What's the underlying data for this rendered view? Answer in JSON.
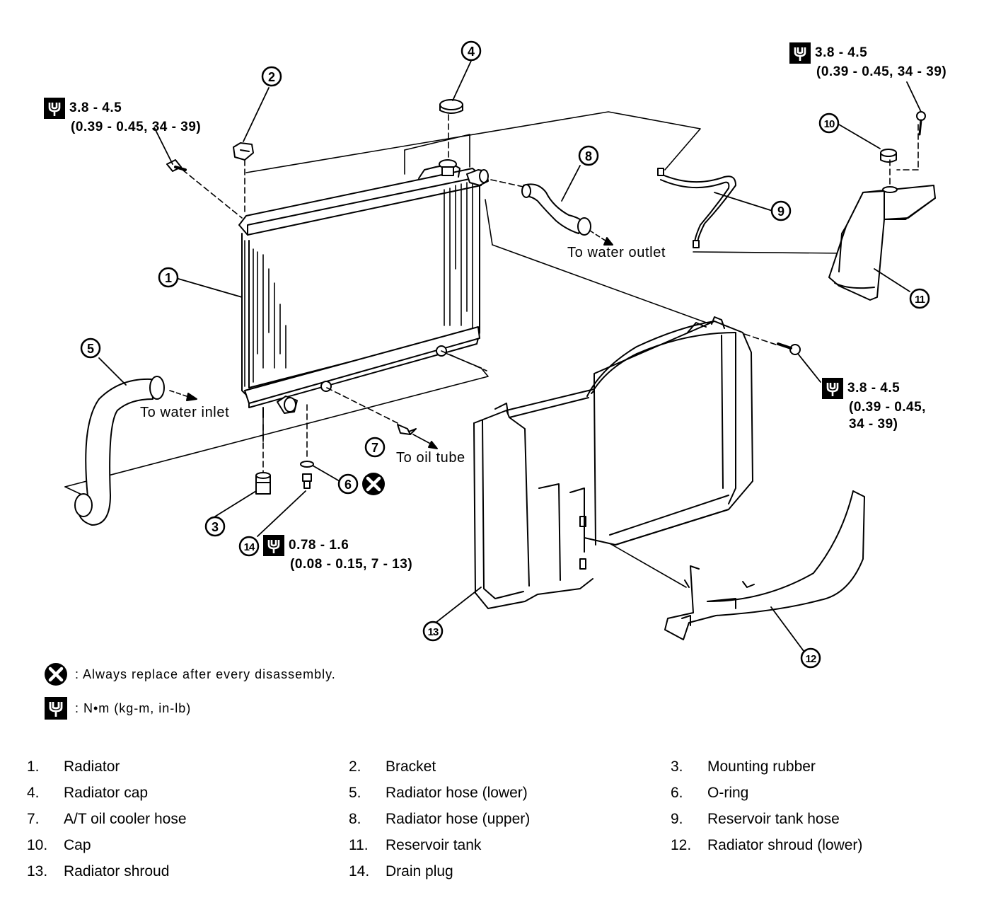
{
  "callouts": [
    "1",
    "2",
    "3",
    "4",
    "5",
    "6",
    "7",
    "8",
    "9",
    "10",
    "11",
    "12",
    "13",
    "14"
  ],
  "torque_specs": {
    "bracket_bolt": {
      "value": "3.8 - 4.5",
      "sub": "(0.39 - 0.45, 34 - 39)"
    },
    "reservoir_bolt": {
      "value": "3.8 - 4.5",
      "sub": "(0.39 - 0.45, 34 - 39)"
    },
    "shroud_bolt": {
      "value": "3.8 - 4.5",
      "sub1": "(0.39 - 0.45,",
      "sub2": "34 - 39)"
    },
    "drain_plug": {
      "value": "0.78 - 1.6",
      "sub": "(0.08 - 0.15, 7 - 13)"
    }
  },
  "directions": {
    "water_outlet": "To water outlet",
    "water_inlet": "To water inlet",
    "oil_tube": "To oil tube"
  },
  "legend": {
    "replace": ": Always replace after every disassembly.",
    "torque_unit": ":  N•m  (kg-m,  in-lb)"
  },
  "parts": [
    {
      "num": "1.",
      "name": "Radiator"
    },
    {
      "num": "2.",
      "name": "Bracket"
    },
    {
      "num": "3.",
      "name": "Mounting rubber"
    },
    {
      "num": "4.",
      "name": "Radiator cap"
    },
    {
      "num": "5.",
      "name": "Radiator hose (lower)"
    },
    {
      "num": "6.",
      "name": "O-ring"
    },
    {
      "num": "7.",
      "name": "A/T oil cooler hose"
    },
    {
      "num": "8.",
      "name": "Radiator hose (upper)"
    },
    {
      "num": "9.",
      "name": "Reservoir tank hose"
    },
    {
      "num": "10.",
      "name": "Cap"
    },
    {
      "num": "11.",
      "name": "Reservoir tank"
    },
    {
      "num": "12.",
      "name": "Radiator shroud (lower)"
    },
    {
      "num": "13.",
      "name": "Radiator shroud"
    },
    {
      "num": "14.",
      "name": "Drain plug"
    }
  ]
}
